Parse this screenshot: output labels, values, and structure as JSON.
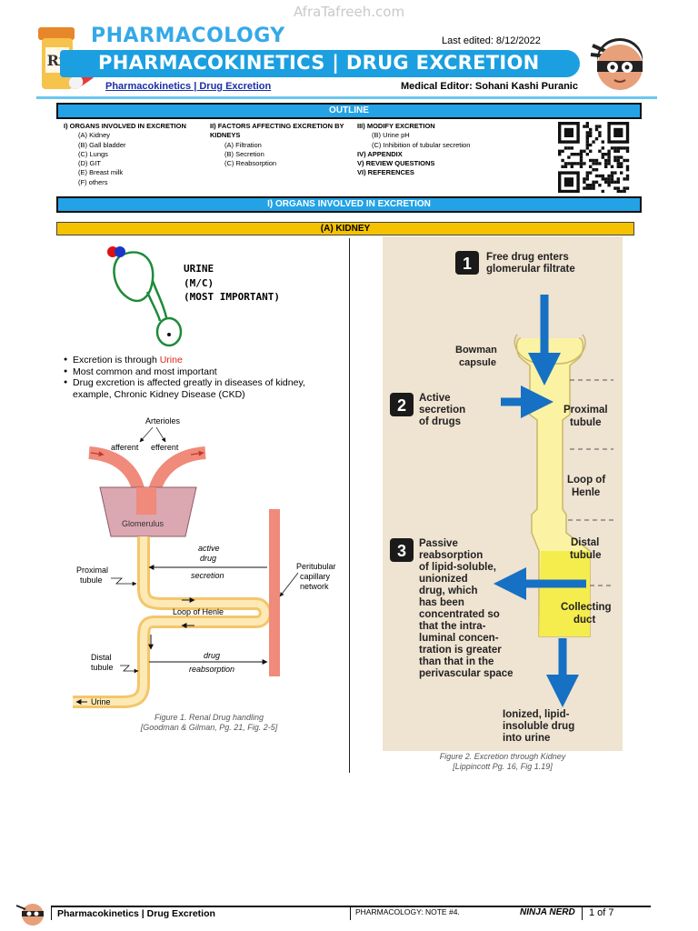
{
  "watermark": "AfraTafreeh.com",
  "header": {
    "subject": "PHARMACOLOGY",
    "title": "PHARMACOKINETICS | DRUG EXCRETION",
    "last_edited": "Last edited: 8/12/2022",
    "topic_link": "Pharmacokinetics | Drug Excretion",
    "editor": "Medical Editor: Sohani Kashi Puranic",
    "rx_label": "Rx"
  },
  "outline": {
    "heading": "OUTLINE",
    "col1": {
      "title": "I) ORGANS INVOLVED IN EXCRETION",
      "items": [
        "(A) Kidney",
        "(B) Gall bladder",
        "(C) Lungs",
        "(D) GIT",
        "(E) Breast milk",
        "(F) others"
      ]
    },
    "col2": {
      "title": "II) FACTORS AFFECTING EXCRETION BY KIDNEYS",
      "items": [
        "(A) Filtration",
        "(B) Secretion",
        "(C) Reabsorption"
      ]
    },
    "col3": {
      "title": "III) MODIFY EXCRETION",
      "items": [
        "(B) Urine pH",
        "(C) Inhibition of tubular secretion"
      ],
      "more": [
        "IV) APPENDIX",
        "V) REVIEW QUESTIONS",
        "VI) REFERENCES"
      ]
    }
  },
  "section1": {
    "heading": "I)  ORGANS INVOLVED IN EXCRETION",
    "subheading": "(A)  KIDNEY"
  },
  "kidney_sketch": {
    "line1": "URINE",
    "line2": "(M/C)",
    "line3": "(MOST IMPORTANT)"
  },
  "bullets": {
    "b1_pre": "Excretion is through ",
    "b1_red": "Urine",
    "b2": "Most common and most important",
    "b3": "Drug excretion is affected greatly in diseases of kidney, example, Chronic Kidney Disease (CKD)"
  },
  "fig1": {
    "arterioles": "Arterioles",
    "afferent": "afferent",
    "efferent": "efferent",
    "glomerulus": "Glomerulus",
    "proximal": "Proximal",
    "tubule": "tubule",
    "active": "active",
    "drug": "drug",
    "secretion": "secretion",
    "peri1": "Peritubular",
    "peri2": "capillary",
    "peri3": "network",
    "loop": "Loop of Henle",
    "distal": "Distal",
    "tubule2": "tubule",
    "drug2": "drug",
    "reabsorption": "reabsorption",
    "urine": "Urine",
    "caption1": "Figure 1. Renal Drug handling",
    "caption2": "[Goodman & Gilman, Pg. 21, Fig. 2-5]"
  },
  "fig2": {
    "n1": "1",
    "s1a": "Free drug enters",
    "s1b": "glomerular filtrate",
    "bowman1": "Bowman",
    "bowman2": "capsule",
    "n2": "2",
    "s2a": "Active",
    "s2b": "secretion",
    "s2c": "of drugs",
    "prox1": "Proximal",
    "prox2": "tubule",
    "loop1": "Loop of",
    "loop2": "Henle",
    "dist1": "Distal",
    "dist2": "tubule",
    "n3": "3",
    "s3": [
      "Passive",
      "reabsorption",
      "of lipid-soluble,",
      "unionized",
      "drug, which",
      "has been",
      "concentrated so",
      "that the intra-",
      "luminal concen-",
      "tration is greater",
      "than that in the",
      "perivascular space"
    ],
    "coll1": "Collecting",
    "coll2": "duct",
    "out1": "Ionized, lipid-",
    "out2": "insoluble drug",
    "out3": "into urine",
    "caption1": "Figure 2. Excretion through Kidney",
    "caption2": "[Lippincott Pg. 16, Fig 1.19]"
  },
  "footer": {
    "title": "Pharmacokinetics | Drug Excretion",
    "note": "PHARMACOLOGY: NOTE #4.",
    "logo": "NINJA NERD",
    "page": "1 of 7"
  },
  "colors": {
    "accent_blue": "#1b9fe0",
    "yellow": "#f5c200",
    "red": "#e0201a"
  }
}
